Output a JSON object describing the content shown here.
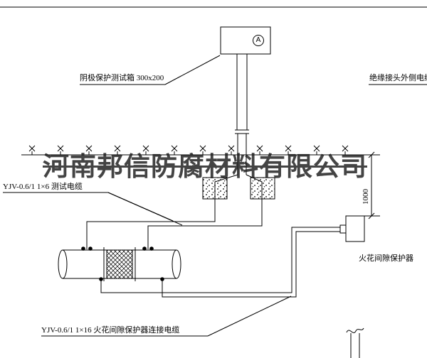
{
  "watermark": {
    "text": "河南邦信防腐材料有限公司"
  },
  "labels": {
    "test_box": "阴极保护测试箱 300x200",
    "outer_cable": "绝缘接头外侧电缆",
    "test_cable": "YJV-0.6/1 1×6  测试电缆",
    "spark_protector": "火花间隙保护器",
    "connection_cable": "YJV-0.6/1 1×16  火花间隙保护器连接电缆",
    "dimension": "1000",
    "meter": "A"
  },
  "colors": {
    "line": "#000000",
    "background": "#ffffff",
    "watermark": "#1c1c1c"
  }
}
